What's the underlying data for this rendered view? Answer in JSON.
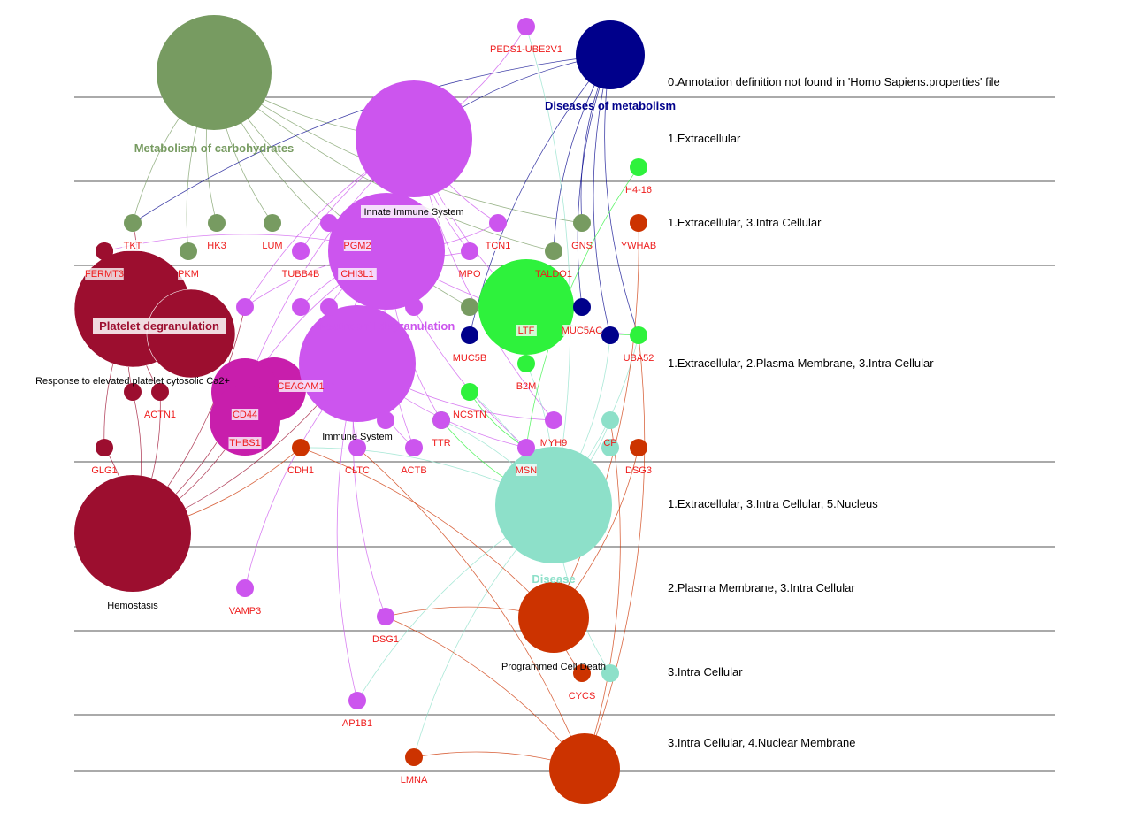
{
  "layers": [
    {
      "label": "0.Annotation definition not found in 'Homo Sapiens.properties' file"
    },
    {
      "label": "1.Extracellular"
    },
    {
      "label": "1.Extracellular, 3.Intra Cellular"
    },
    {
      "label": "1.Extracellular, 2.Plasma Membrane, 3.Intra Cellular"
    },
    {
      "label": "1.Extracellular, 3.Intra Cellular, 5.Nucleus"
    },
    {
      "label": "2.Plasma Membrane, 3.Intra Cellular"
    },
    {
      "label": "3.Intra Cellular"
    },
    {
      "label": "3.Intra Cellular, 4.Nuclear Membrane"
    }
  ],
  "colors": {
    "carbohydrates": "#779b61",
    "metabolism_disease": "#00008b",
    "neutrophil": "#cc55ee",
    "platelet": "#9c0e2f",
    "immune": "#c81eac",
    "green": "#2ef23c",
    "disease": "#8de0c9",
    "cell_death": "#cc3300",
    "gene_label": "#ee1c1c"
  },
  "groups": [
    {
      "id": "carb",
      "label": "Metabolism of carbohydrates",
      "color": "carbohydrates"
    },
    {
      "id": "dmet",
      "label": "Diseases of metabolism",
      "color": "metabolism_disease"
    },
    {
      "id": "innate",
      "label": "Innate Immune System",
      "color": "neutrophil"
    },
    {
      "id": "neut",
      "label": "Neutrophil degranulation",
      "color": "neutrophil"
    },
    {
      "id": "plt",
      "label": "Platelet degranulation",
      "color": "platelet"
    },
    {
      "id": "ca2",
      "label": "Response to elevated platelet cytosolic Ca2+",
      "color": "platelet"
    },
    {
      "id": "imm",
      "label": "Immune System",
      "color": "immune"
    },
    {
      "id": "hemo",
      "label": "Hemostasis",
      "color": "platelet"
    },
    {
      "id": "dis",
      "label": "Disease",
      "color": "disease"
    },
    {
      "id": "pcd",
      "label": "Programmed Cell Death",
      "color": "cell_death"
    },
    {
      "id": "nm",
      "label": "",
      "color": "cell_death"
    }
  ],
  "genes": [
    {
      "id": "PEDS1-UBE2V1",
      "color": "neutrophil"
    },
    {
      "id": "H4-16",
      "color": "green"
    },
    {
      "id": "TKT",
      "color": "carbohydrates"
    },
    {
      "id": "HK3",
      "color": "carbohydrates"
    },
    {
      "id": "LUM",
      "color": "carbohydrates"
    },
    {
      "id": "PGM2",
      "color": "neutrophil"
    },
    {
      "id": "TCN1",
      "color": "neutrophil"
    },
    {
      "id": "GNS",
      "color": "carbohydrates"
    },
    {
      "id": "YWHAB",
      "color": "cell_death"
    },
    {
      "id": "FERMT3",
      "color": "platelet"
    },
    {
      "id": "PKM",
      "color": "carbohydrates"
    },
    {
      "id": "TUBB4B",
      "color": "neutrophil"
    },
    {
      "id": "CHI3L1",
      "color": "neutrophil"
    },
    {
      "id": "MPO",
      "color": "neutrophil"
    },
    {
      "id": "TALDO1",
      "color": "carbohydrates"
    },
    {
      "id": "LTF",
      "color": "green"
    },
    {
      "id": "MUC5AC",
      "color": "metabolism_disease"
    },
    {
      "id": "MUC5B",
      "color": "metabolism_disease"
    },
    {
      "id": "UBA52",
      "color": "green"
    },
    {
      "id": "CEACAM1",
      "color": "neutrophil"
    },
    {
      "id": "B2M",
      "color": "green"
    },
    {
      "id": "CD44",
      "color": "immune"
    },
    {
      "id": "ACTN1",
      "color": "platelet"
    },
    {
      "id": "NCSTN",
      "color": "green"
    },
    {
      "id": "MYH9",
      "color": "neutrophil"
    },
    {
      "id": "THBS1",
      "color": "platelet"
    },
    {
      "id": "TTR",
      "color": "neutrophil"
    },
    {
      "id": "CP",
      "color": "disease"
    },
    {
      "id": "GLG1",
      "color": "platelet"
    },
    {
      "id": "CDH1",
      "color": "cell_death"
    },
    {
      "id": "CLTC",
      "color": "neutrophil"
    },
    {
      "id": "ACTB",
      "color": "neutrophil"
    },
    {
      "id": "MSN",
      "color": "neutrophil"
    },
    {
      "id": "DSG3",
      "color": "cell_death"
    },
    {
      "id": "VAMP3",
      "color": "neutrophil"
    },
    {
      "id": "DSG1",
      "color": "neutrophil"
    },
    {
      "id": "CYCS",
      "color": "cell_death"
    },
    {
      "id": "AP1B1",
      "color": "neutrophil"
    },
    {
      "id": "LMNA",
      "color": "cell_death"
    }
  ],
  "extra_nodes": [
    {
      "id": "x_plt1",
      "color": "platelet"
    },
    {
      "id": "x_plt2",
      "color": "platelet"
    },
    {
      "id": "x_neu1",
      "color": "neutrophil"
    },
    {
      "id": "x_neu2",
      "color": "neutrophil"
    },
    {
      "id": "x_neu3",
      "color": "neutrophil"
    },
    {
      "id": "x_neu4",
      "color": "neutrophil"
    },
    {
      "id": "x_neu5",
      "color": "neutrophil"
    },
    {
      "id": "x_neu6",
      "color": "neutrophil"
    },
    {
      "id": "x_car1",
      "color": "carbohydrates"
    },
    {
      "id": "x_dis1",
      "color": "disease"
    },
    {
      "id": "x_dis2",
      "color": "disease"
    },
    {
      "id": "x_gre1",
      "color": "green"
    },
    {
      "id": "x_dmt1",
      "color": "metabolism_disease"
    }
  ]
}
